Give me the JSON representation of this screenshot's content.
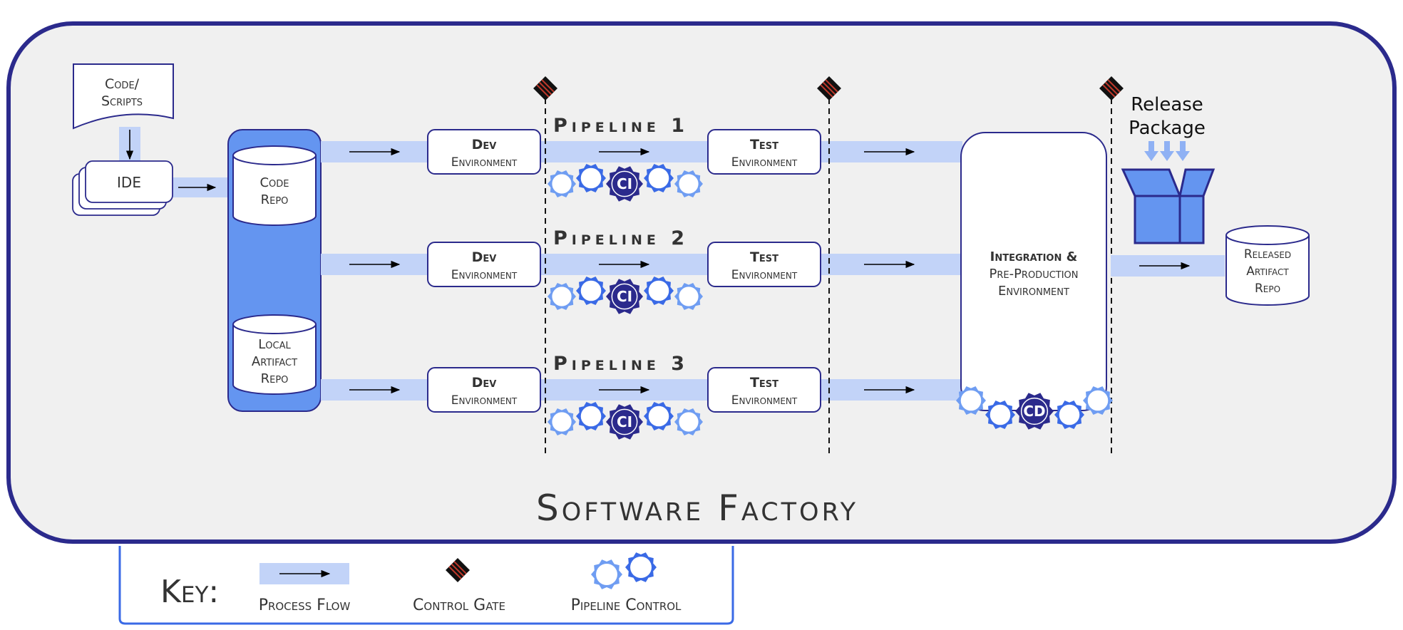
{
  "title": "Software Factory",
  "code_scripts": [
    "Code/",
    "Scripts"
  ],
  "ide": "IDE",
  "code_repo": [
    "Code",
    "Repo"
  ],
  "local_artifact_repo": [
    "Local",
    "Artifact",
    "Repo"
  ],
  "dev_env": [
    "Dev",
    "Environment"
  ],
  "test_env": [
    "Test",
    "Environment"
  ],
  "pipelines": [
    "Pipeline 1",
    "Pipeline 2",
    "Pipeline 3"
  ],
  "ci_label": "CI",
  "cd_label": "CD",
  "integration_env": [
    "Integration &",
    "Pre-Production",
    "Environment"
  ],
  "release_package": [
    "Release",
    "Package"
  ],
  "released_artifact_repo": [
    "Released",
    "Artifact",
    "Repo"
  ],
  "key": {
    "title": "Key:",
    "process_flow": "Process Flow",
    "control_gate": "Control Gate",
    "pipeline_control": "Pipeline Control"
  },
  "colors": {
    "frame": "#2b2a8c",
    "canvas": "#f0f0f0",
    "flow": "#c2d3f8",
    "repo_fill": "#6495f0",
    "gear_light": "#6f9df2",
    "gear_mid": "#3a6ae6",
    "gear_dark": "#2b2a8c",
    "gate_red": "#c0392b",
    "box_blue": "#5b8def"
  }
}
